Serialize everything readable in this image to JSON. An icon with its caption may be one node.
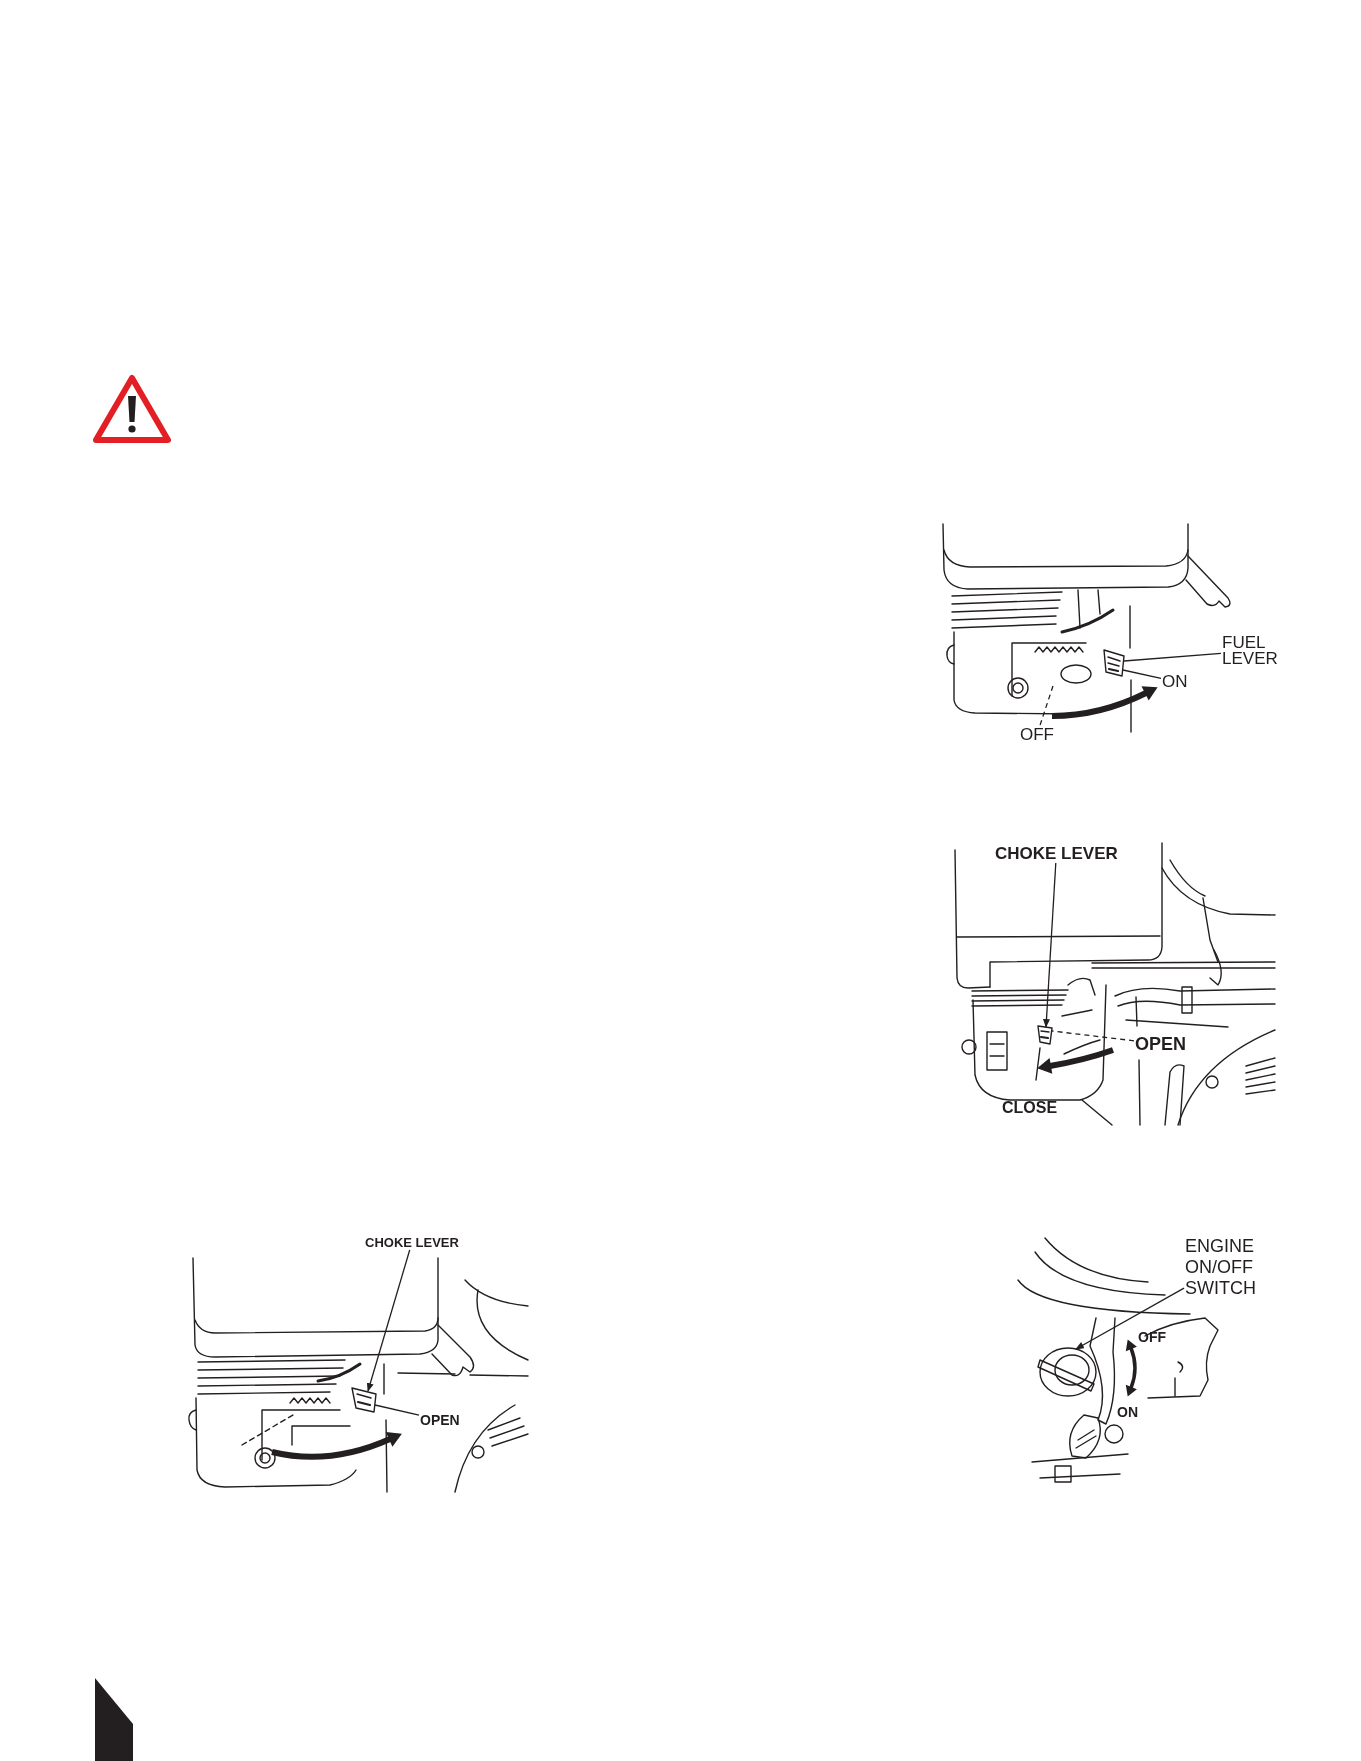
{
  "diagram": {
    "nodes": [
      {
        "text": [
          "FUEL LEVER"
        ]
      },
      {
        "text": [],
        "shape": "picture"
      },
      {
        "text": [
          "ON"
        ]
      },
      {
        "text": [
          "OFF"
        ]
      },
      {
        "text": [
          "CHOKE LEVER"
        ]
      },
      {
        "text": [],
        "shape": "picture"
      },
      {
        "text": [
          "OPEN"
        ]
      },
      {
        "text": [
          "CHOKE LEVER"
        ]
      },
      {
        "text": [],
        "shape": "picture"
      },
      {
        "text": [
          "OPEN"
        ]
      },
      {
        "text": [
          "ENGINE ON/OFF SWITCH"
        ]
      },
      {
        "text": [],
        "shape": "picture"
      }
    ],
    "edges": [
      {
        "from": 0,
        "to": 1,
        "arrow": "none"
      },
      {
        "from": 2,
        "to": 1,
        "arrow": "none"
      },
      {
        "from": 3,
        "to": null,
        "arrow": "none",
        "style": "dashed"
      },
      {
        "from": 4,
        "to": 5,
        "arrow": "to"
      },
      {
        "from": 6,
        "to": 5,
        "arrow": "none",
        "style": "dashed"
      },
      {
        "from": 7,
        "to": 8,
        "arrow": "to"
      },
      {
        "from": 9,
        "to": 8,
        "arrow": "none"
      },
      {
        "from": 10,
        "to": 11,
        "arrow": "to"
      }
    ],
    "labels": [
      "CLOSE",
      "OFF",
      "ON"
    ]
  }
}
